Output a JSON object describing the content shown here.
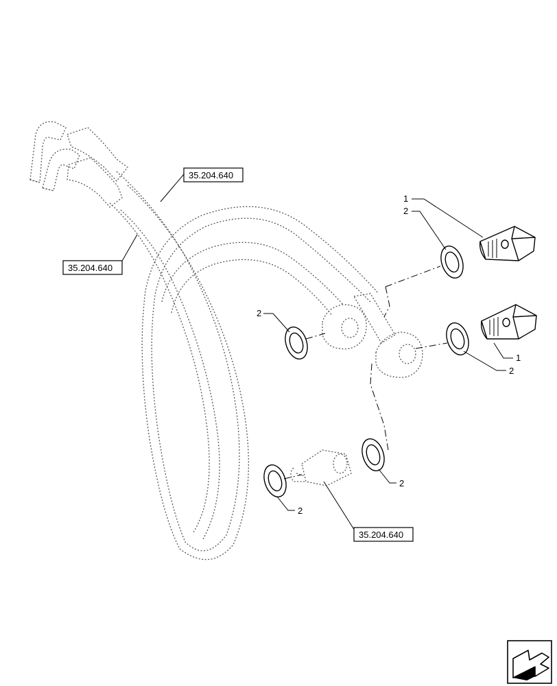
{
  "callouts": {
    "item_1": "1",
    "item_2": "2",
    "ref": "35.204.640"
  },
  "icons": {
    "nav": "next-page-arrow-icon"
  }
}
